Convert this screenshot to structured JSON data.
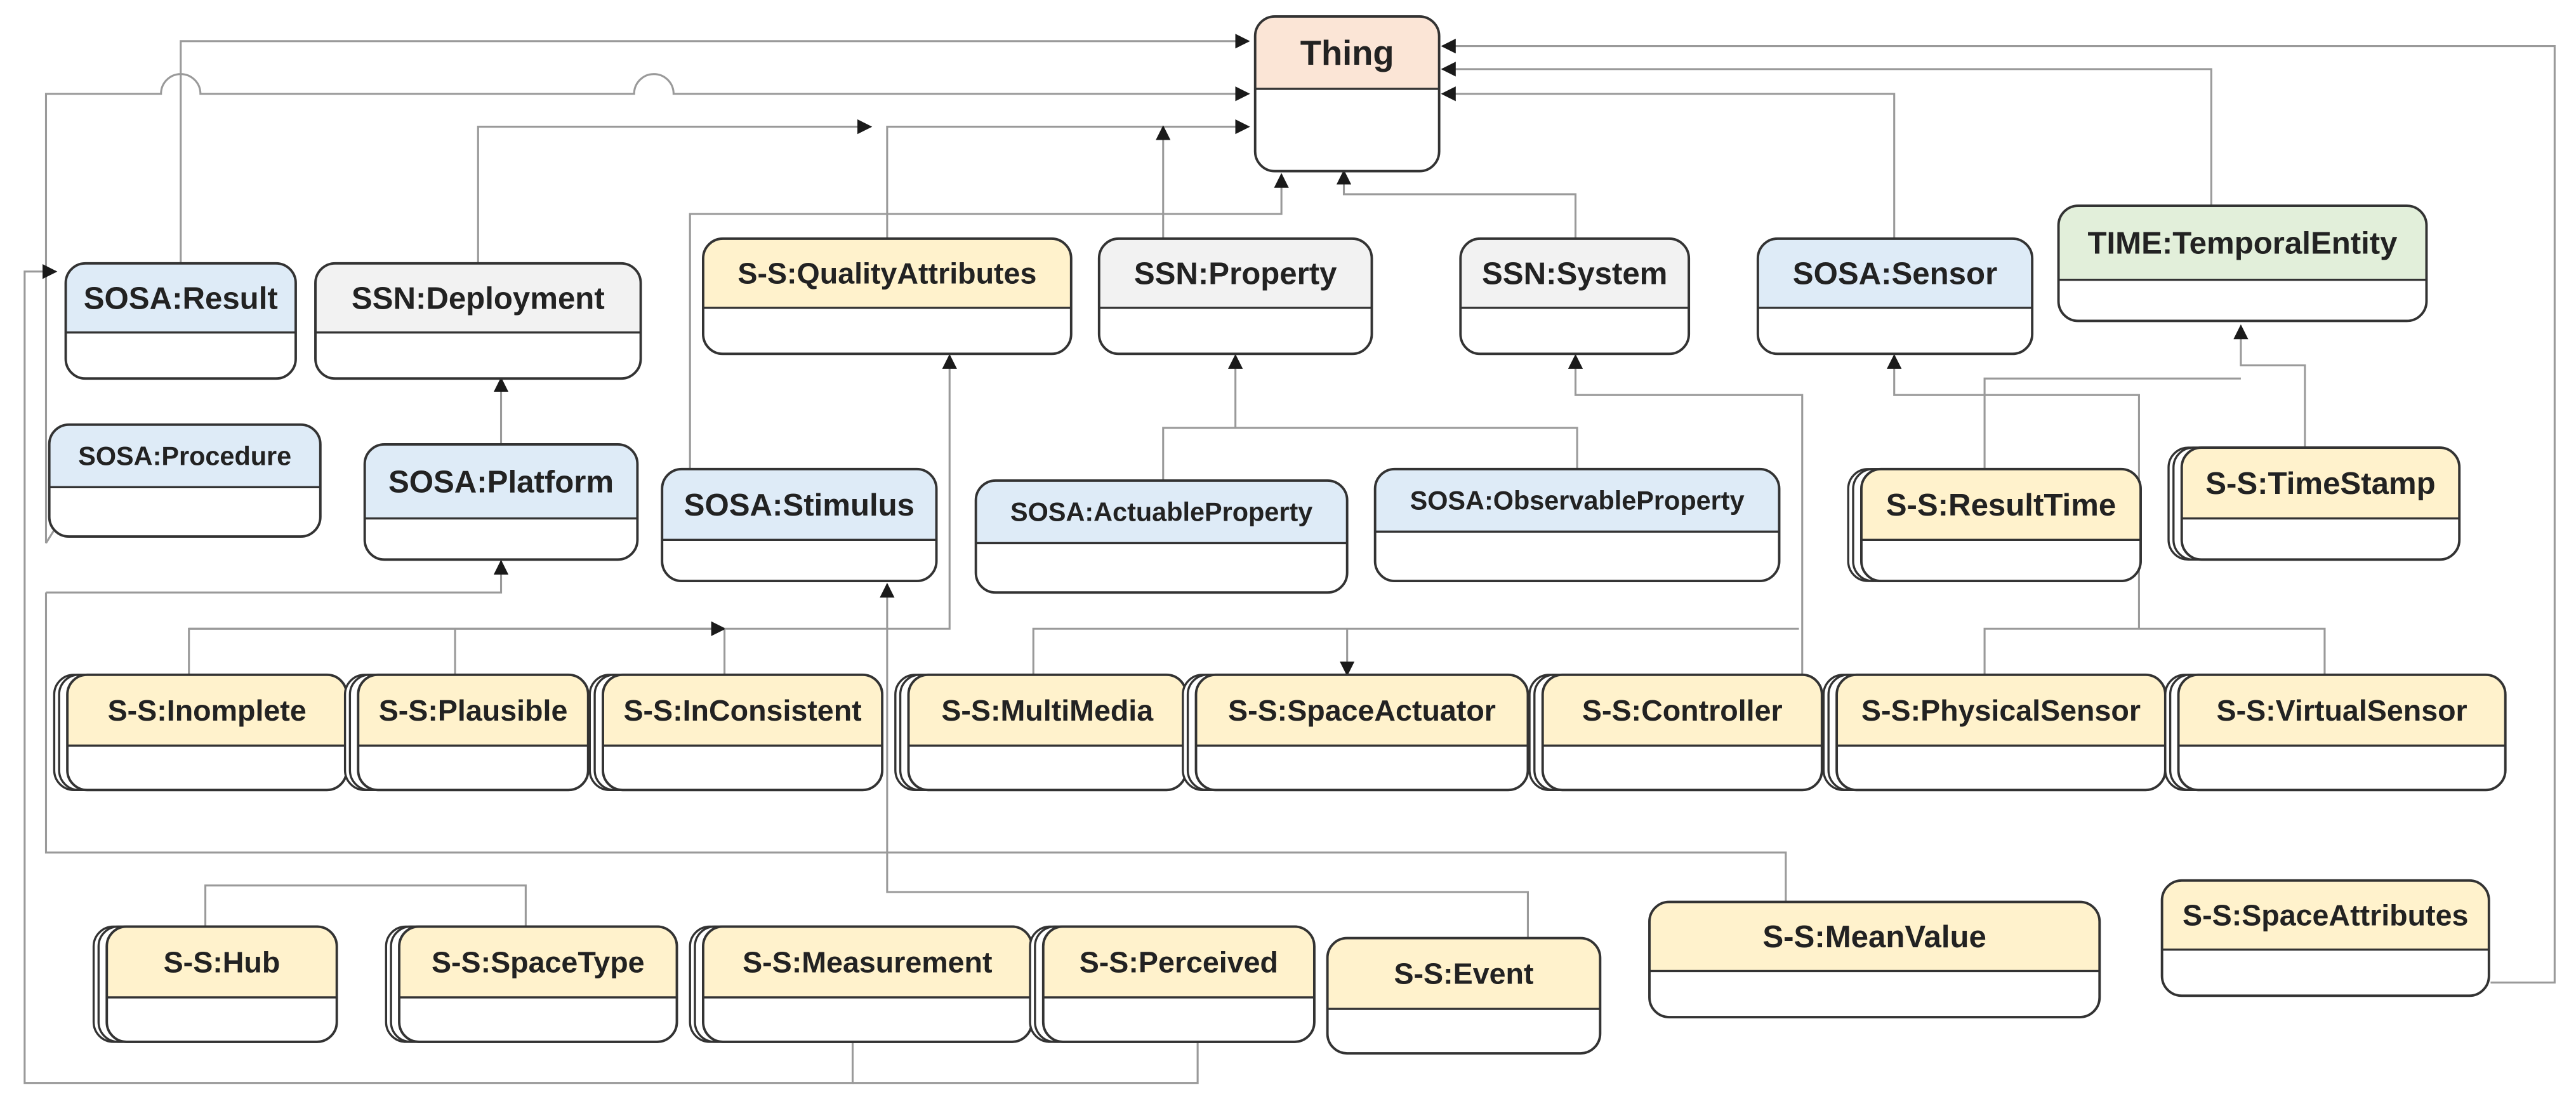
{
  "palette": {
    "thing": "#fbe5d6",
    "sosa": "#deebf7",
    "ssn": "#f2f2f2",
    "ss": "#fff2cc",
    "time": "#e2efda",
    "line": "#9a9a9a",
    "border": "#333333"
  },
  "classes": {
    "thing": {
      "label": "Thing"
    },
    "sosa_result": {
      "label": "SOSA:Result"
    },
    "ssn_deployment": {
      "label": "SSN:Deployment"
    },
    "ss_quality": {
      "label": "S-S:QualityAttributes"
    },
    "ssn_property": {
      "label": "SSN:Property"
    },
    "ssn_system": {
      "label": "SSN:System"
    },
    "sosa_sensor": {
      "label": "SOSA:Sensor"
    },
    "time_temporal": {
      "label": "TIME:TemporalEntity"
    },
    "sosa_procedure": {
      "label": "SOSA:Procedure"
    },
    "sosa_platform": {
      "label": "SOSA:Platform"
    },
    "sosa_stimulus": {
      "label": "SOSA:Stimulus"
    },
    "sosa_actuable": {
      "label": "SOSA:ActuableProperty"
    },
    "sosa_observable": {
      "label": "SOSA:ObservableProperty"
    },
    "ss_resulttime": {
      "label": "S-S:ResultTime"
    },
    "ss_timestamp": {
      "label": "S-S:TimeStamp"
    },
    "ss_inomplete": {
      "label": "S-S:Inomplete"
    },
    "ss_plausible": {
      "label": "S-S:Plausible"
    },
    "ss_inconsistent": {
      "label": "S-S:InConsistent"
    },
    "ss_multimedia": {
      "label": "S-S:MultiMedia"
    },
    "ss_spaceactuator": {
      "label": "S-S:SpaceActuator"
    },
    "ss_controller": {
      "label": "S-S:Controller"
    },
    "ss_physicalsensor": {
      "label": "S-S:PhysicalSensor"
    },
    "ss_virtualsensor": {
      "label": "S-S:VirtualSensor"
    },
    "ss_hub": {
      "label": "S-S:Hub"
    },
    "ss_spacetype": {
      "label": "S-S:SpaceType"
    },
    "ss_measurement": {
      "label": "S-S:Measurement"
    },
    "ss_perceived": {
      "label": "S-S:Perceived"
    },
    "ss_event": {
      "label": "S-S:Event"
    },
    "ss_meanvalue": {
      "label": "S-S:MeanValue"
    },
    "ss_spaceattributes": {
      "label": "S-S:SpaceAttributes"
    }
  }
}
